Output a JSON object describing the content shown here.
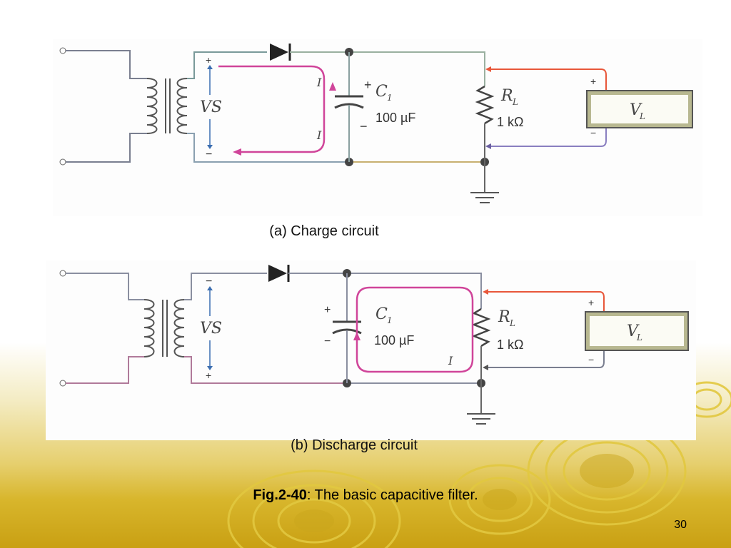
{
  "diagram_a": {
    "source_label": "VS",
    "source_sub": "S",
    "cap_label": "C",
    "cap_sub": "1",
    "cap_value": "100 µF",
    "res_label": "R",
    "res_sub": "L",
    "res_value": "1 kΩ",
    "meter_label": "V",
    "meter_sub": "L",
    "current_label": "I",
    "plus": "+",
    "minus": "−"
  },
  "diagram_b": {
    "source_label": "VS",
    "source_sub": "S",
    "cap_label": "C",
    "cap_sub": "1",
    "cap_value": "100 µF",
    "res_label": "R",
    "res_sub": "L",
    "res_value": "1 kΩ",
    "meter_label": "V",
    "meter_sub": "L",
    "current_label": "I",
    "plus": "+",
    "minus": "−"
  },
  "captions": {
    "a": "(a) Charge circuit",
    "b": "(b) Discharge circuit"
  },
  "figure": {
    "prefix": "Fig.2-40",
    "text": ": The basic capacitive filter."
  },
  "page_number": "30",
  "colors": {
    "circuit_wire": "#8a8fa0",
    "current_loop": "#d0459a",
    "meter_positive_lead": "#e8573a",
    "meter_negative_lead": "#8a7fc0",
    "background_gold": "#d8b62c"
  }
}
